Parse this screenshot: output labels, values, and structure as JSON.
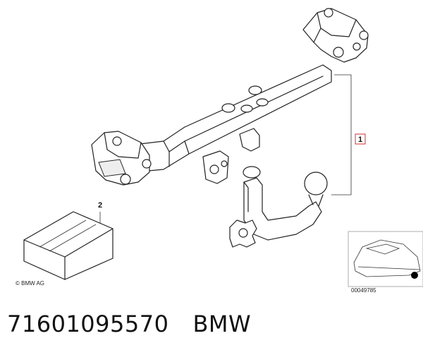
{
  "diagram": {
    "callouts": [
      {
        "number": "1",
        "target": "tow-hitch-assembly"
      },
      {
        "number": "2",
        "target": "parts-box"
      }
    ],
    "copyright": "© BMW AG",
    "reference_code": "00049785",
    "callout_accent_color": "#d32f2f"
  },
  "caption": {
    "part_number": "71601095570",
    "brand": "BMW"
  }
}
